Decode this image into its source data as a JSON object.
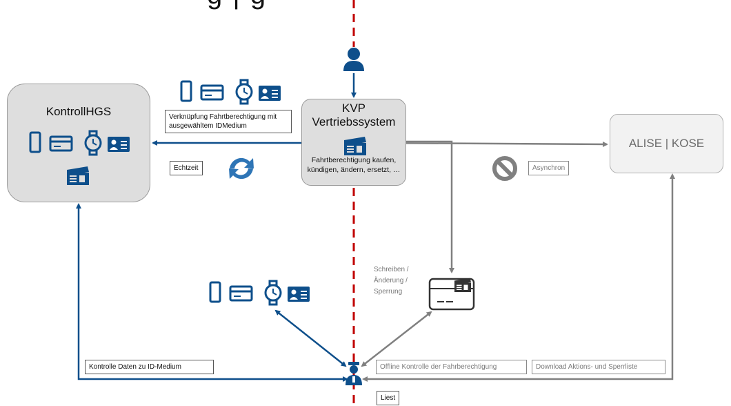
{
  "header": {
    "title_fragment": "g |                                    g"
  },
  "nodes": {
    "kontroll_hgs": {
      "title": "KontrollHGS"
    },
    "kvp": {
      "title_line1": "KVP",
      "title_line2": "Vertriebssystem",
      "description": "Fahrtberechtigung kaufen, kündigen, ändern, ersetzt, …"
    },
    "alise_kose": {
      "title": "ALISE | KOSE"
    }
  },
  "labels": {
    "verknuepfung": "Verknüpfung Fahrtberechtigung mit ausgewähltem IDMedium",
    "echtzeit": "Echtzeit",
    "asynchron": "Asynchron",
    "schreiben": "Schreiben / Änderung / Sperrung",
    "kontrolle_daten": "Kontrolle Daten zu ID-Medium",
    "offline_kontrolle": "Offline Kontrolle der Fahrberechtigung",
    "download": "Download Aktions- und Sperrliste",
    "liest": "Liest"
  },
  "colors": {
    "blue": "#0e4f8b",
    "sync_blue": "#2e75b6",
    "gray_arrow": "#808080",
    "red_divider": "#c00000",
    "box_fill": "#dedede"
  },
  "icons": [
    "person-icon",
    "smartphone-icon",
    "card-icon",
    "smartwatch-icon",
    "id-card-icon",
    "ticket-icon",
    "sync-icon",
    "prohibited-icon",
    "chip-card-icon",
    "inspector-icon"
  ]
}
